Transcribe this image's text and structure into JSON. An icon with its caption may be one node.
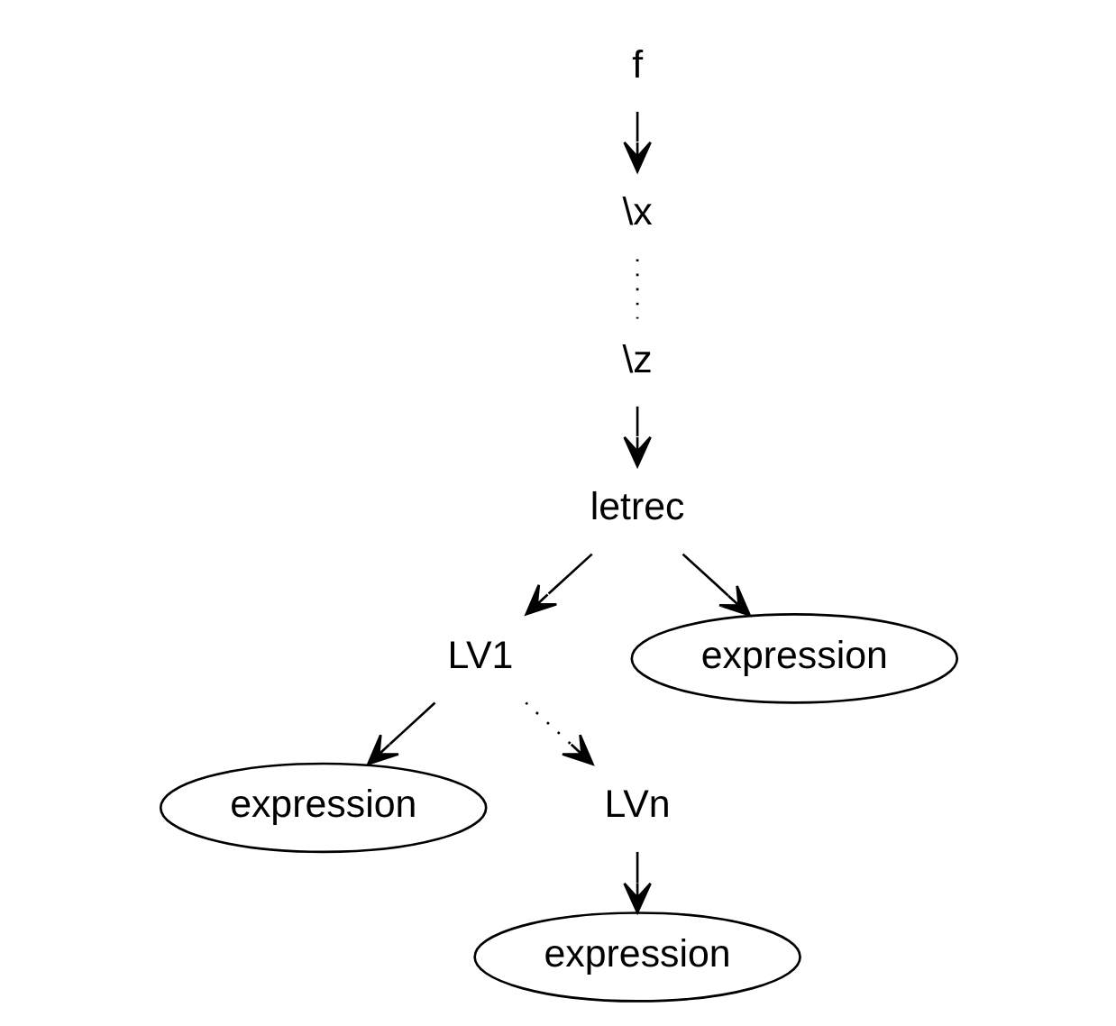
{
  "diagram": {
    "nodes": [
      {
        "text": [
          "f"
        ]
      },
      {
        "text": [
          "\\x"
        ]
      },
      {
        "text": [
          "\\z"
        ]
      },
      {
        "text": [
          "letrec"
        ]
      },
      {
        "text": [
          "LV1"
        ]
      },
      {
        "text": [
          "expression"
        ]
      },
      {
        "text": [
          "expression"
        ]
      },
      {
        "text": [
          "LVn"
        ]
      },
      {
        "text": [
          "expression"
        ]
      }
    ],
    "edges": [
      {
        "from": 0,
        "to": 1,
        "arrow": "to"
      },
      {
        "from": 1,
        "to": 2,
        "arrow": "none",
        "style": "dashed"
      },
      {
        "from": 2,
        "to": 3,
        "arrow": "to"
      },
      {
        "from": 3,
        "to": 5,
        "arrow": "to"
      },
      {
        "from": 3,
        "to": 4,
        "arrow": "to"
      },
      {
        "from": 4,
        "to": 6,
        "arrow": "to"
      },
      {
        "from": 4,
        "to": 7,
        "arrow": "to",
        "style": "dashed"
      },
      {
        "from": 7,
        "to": 8,
        "arrow": "to"
      }
    ]
  }
}
